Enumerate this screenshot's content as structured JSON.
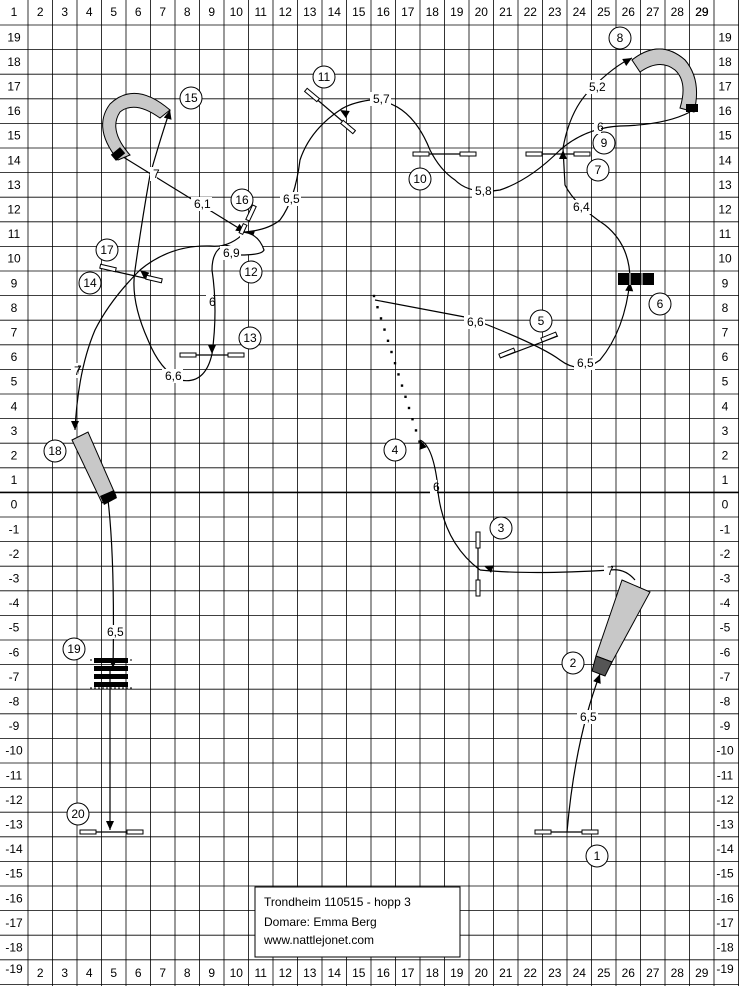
{
  "grid": {
    "col_labels": [
      "1",
      "2",
      "3",
      "4",
      "5",
      "6",
      "7",
      "8",
      "9",
      "10",
      "11",
      "12",
      "13",
      "14",
      "15",
      "16",
      "17",
      "18",
      "19",
      "20",
      "21",
      "22",
      "23",
      "24",
      "25",
      "26",
      "27",
      "28",
      "29"
    ],
    "row_labels": [
      "19",
      "18",
      "17",
      "16",
      "15",
      "14",
      "13",
      "12",
      "11",
      "10",
      "9",
      "8",
      "7",
      "6",
      "5",
      "4",
      "3",
      "2",
      "1",
      "0",
      "-1",
      "-2",
      "-3",
      "-4",
      "-5",
      "-6",
      "-7",
      "-8",
      "-9",
      "-10",
      "-11",
      "-12",
      "-13",
      "-14",
      "-15",
      "-16",
      "-17",
      "-18",
      "-19"
    ]
  },
  "obstacles": [
    {
      "num": "1"
    },
    {
      "num": "2"
    },
    {
      "num": "3"
    },
    {
      "num": "4"
    },
    {
      "num": "5"
    },
    {
      "num": "6"
    },
    {
      "num": "7"
    },
    {
      "num": "8"
    },
    {
      "num": "9"
    },
    {
      "num": "10"
    },
    {
      "num": "11"
    },
    {
      "num": "12"
    },
    {
      "num": "13"
    },
    {
      "num": "14"
    },
    {
      "num": "15"
    },
    {
      "num": "16"
    },
    {
      "num": "17"
    },
    {
      "num": "18"
    },
    {
      "num": "19"
    },
    {
      "num": "20"
    }
  ],
  "distances": [
    "6,5",
    "7",
    "6",
    "6,6",
    "6,5",
    "6,4",
    "5,8",
    "6",
    "5,2",
    "5,7",
    "6,5",
    "6,9",
    "6",
    "6,6",
    "7",
    "6,1",
    "7",
    "7",
    "6,5"
  ],
  "info": {
    "line1": "Trondheim 110515 - hopp 3",
    "line2": "Domare: Emma Berg",
    "line3": "www.nattlejonet.com"
  }
}
